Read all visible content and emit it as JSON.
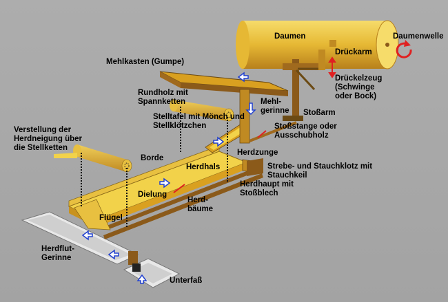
{
  "title": "Stoßherd (shaking table) schematic",
  "colors": {
    "background": "#a8a8a8",
    "wood_light": "#f2d24a",
    "wood_mid": "#d9a020",
    "wood_dark": "#8b5a1a",
    "trough": "#e8e8e8",
    "arrow_red": "#e02020",
    "arrow_blue": "#2040d0"
  },
  "labels": {
    "daumen": "Daumen",
    "daumenwelle": "Daumenwelle",
    "drueckarm": "Drückarm",
    "mehlkasten": "Mehlkasten (Gumpe)",
    "drueckelzeug": "Drückelzeug (Schwinge oder Bock)",
    "rundholz": "Rundholz mit Spannketten",
    "mehlgerinne": "Mehl-gerinne",
    "stossarm": "Stoßarm",
    "stelltafel": "Stelltafel mit Mönch und Stellklötzchen",
    "stossstange": "Stoßstange oder Ausschubholz",
    "verstellung": "Verstellung der Herdneigung über die Stellketten",
    "borde": "Borde",
    "herdzunge": "Herdzunge",
    "herdhals": "Herdhals",
    "strebe": "Strebe- und Stauchklotz mit Stauchkeil",
    "herdhaupt": "Herdhaupt mit Stoßblech",
    "dielung": "Dielung",
    "herdbaeume": "Herd-bäume",
    "fluegel": "Flügel",
    "herdflut": "Herdflut-Gerinne",
    "unterfass": "Unterfaß"
  }
}
